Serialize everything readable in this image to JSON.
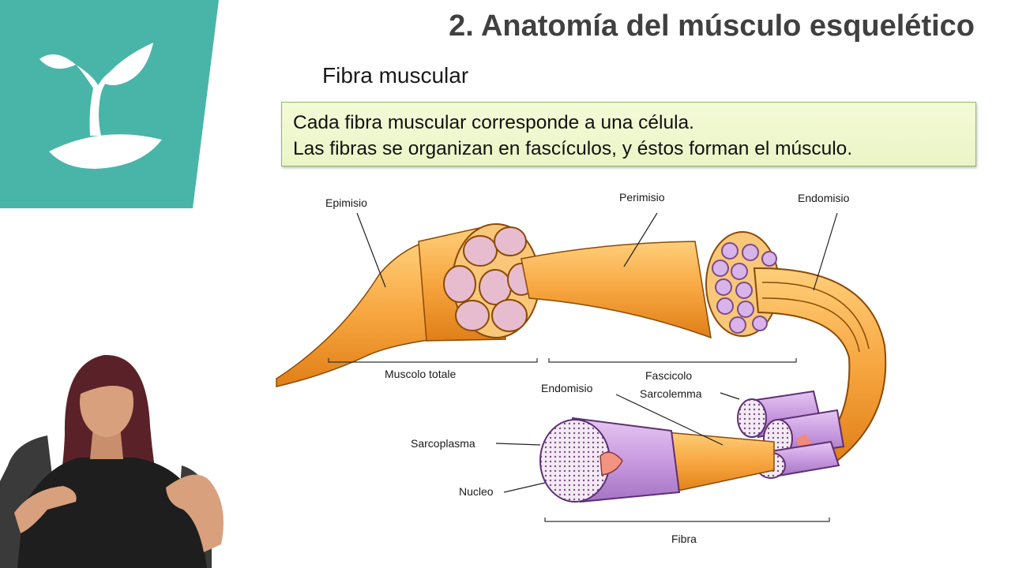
{
  "slide": {
    "title": "2. Anatomía del músculo esquelético",
    "subtitle": "Fibra muscular",
    "callout": {
      "line1": "Cada fibra muscular corresponde a una célula.",
      "line2": "Las fibras se organizan en fascículos, y éstos forman el músculo."
    }
  },
  "diagram": {
    "labels": {
      "epimisio": "Epimisio",
      "perimisio": "Perimisio",
      "endomisio_top": "Endomisio",
      "muscolo_totale": "Muscolo totale",
      "fascicolo": "Fascicolo",
      "endomisio_mid": "Endomisio",
      "sarcolemma": "Sarcolemma",
      "sarcoplasma": "Sarcoplasma",
      "nucleo": "Nucleo",
      "fibra": "Fibra"
    }
  },
  "colors": {
    "brand_teal": "#48b5a8",
    "muscle_orange": "#f7a640",
    "fiber_purple": "#c99be0",
    "callout_bg": "#eef7cf"
  },
  "icons": {
    "logo": "sprout-icon"
  }
}
